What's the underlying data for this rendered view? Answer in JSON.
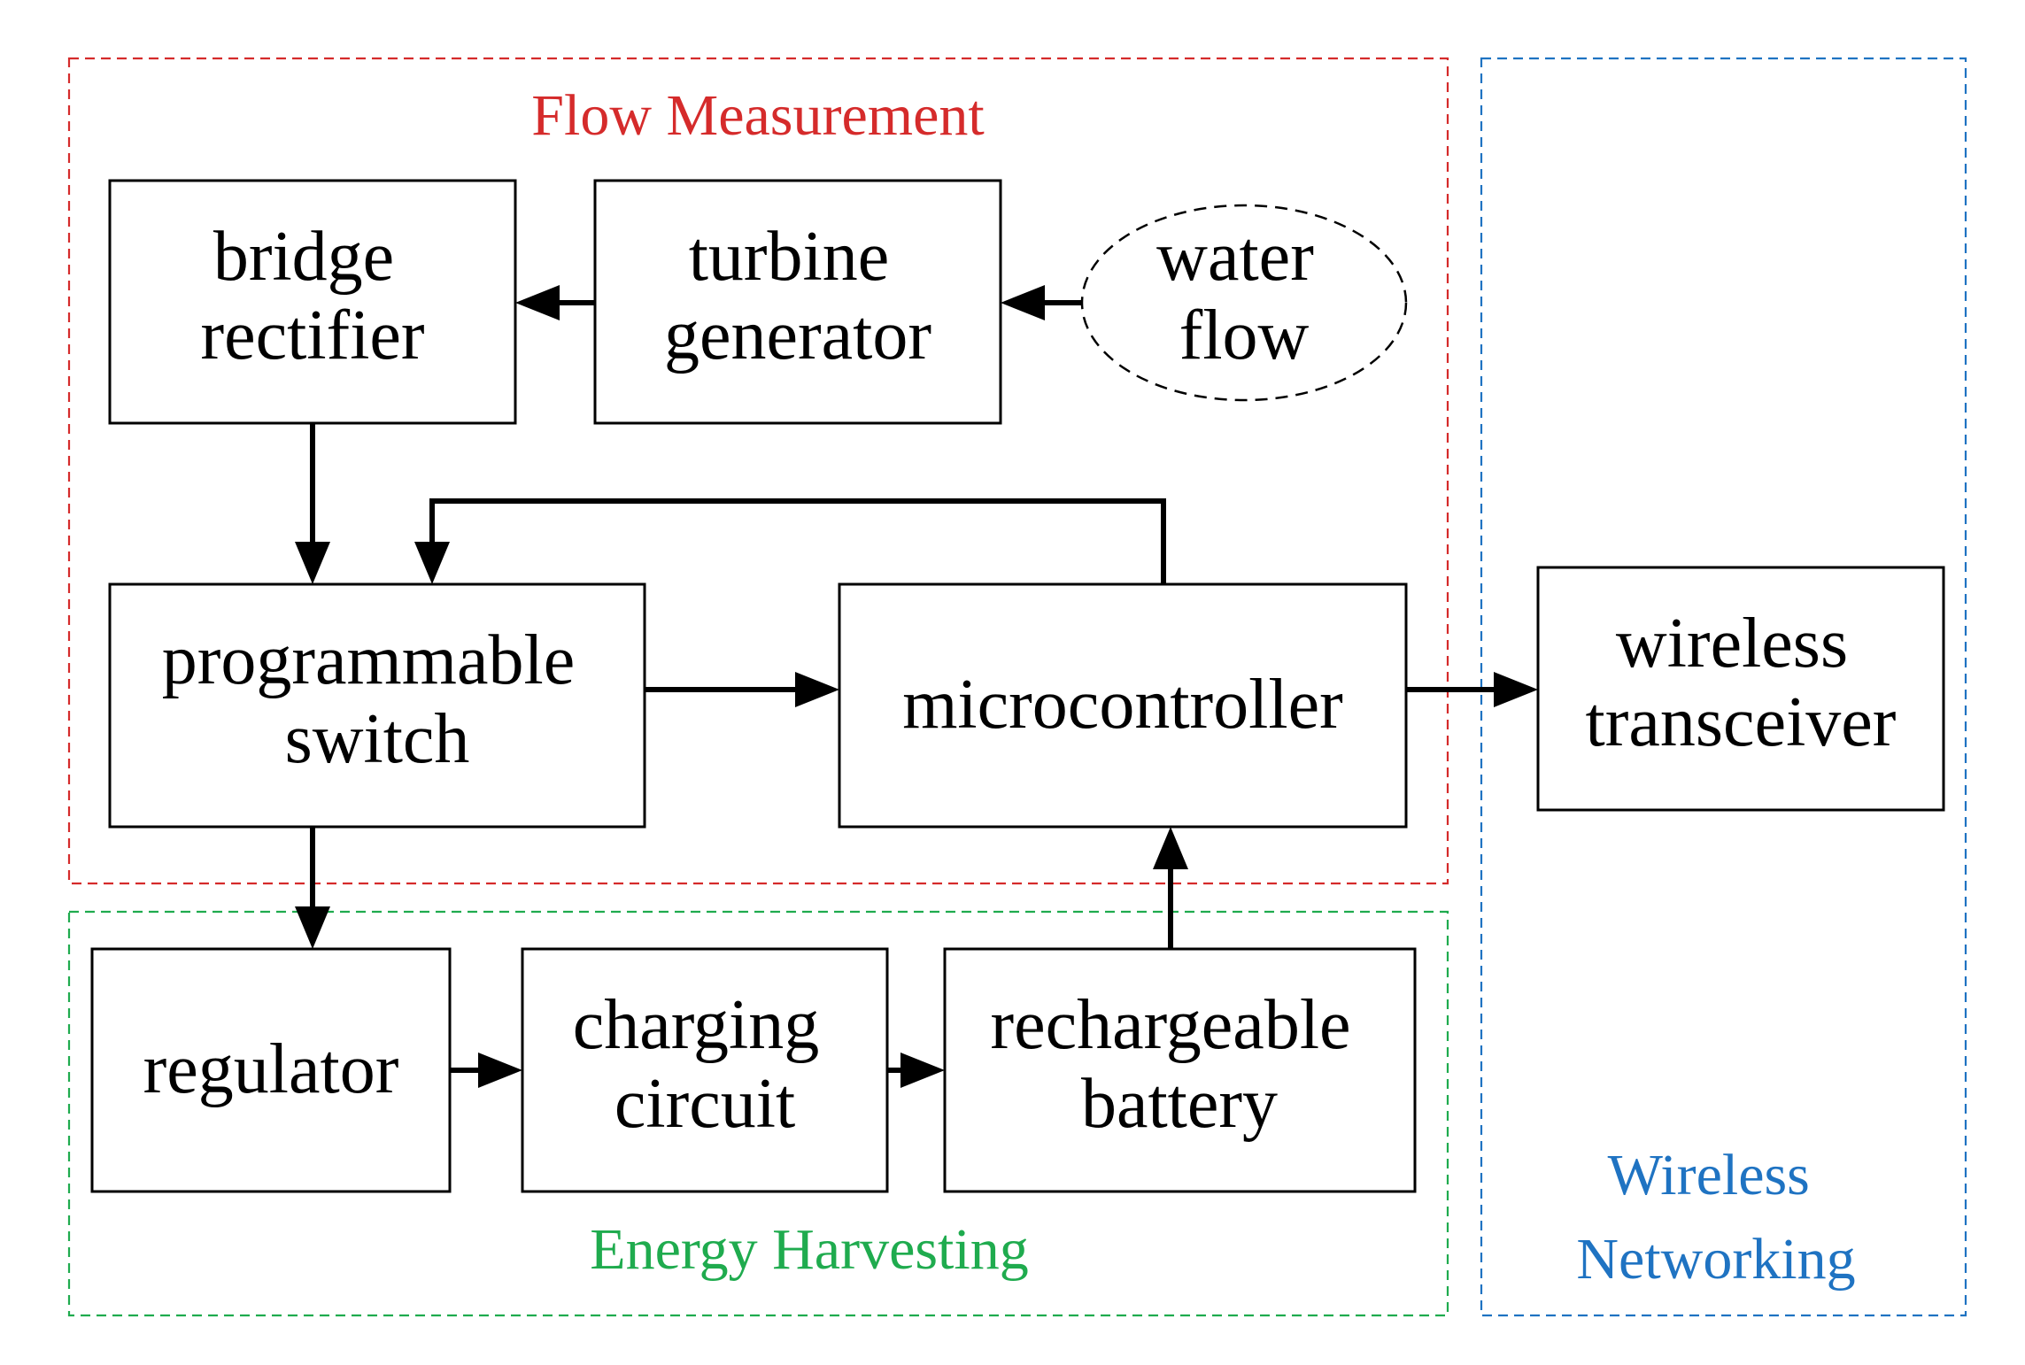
{
  "colors": {
    "flow_measurement": "#d52b2b",
    "energy_harvesting": "#1fab4e",
    "wireless_networking": "#1f73c2",
    "ink": "#000000"
  },
  "regions": {
    "flow_measurement": "Flow Measurement",
    "energy_harvesting": "Energy Harvesting",
    "wireless_networking": [
      "Wireless",
      "Networking"
    ]
  },
  "nodes": {
    "bridge_rectifier": [
      "bridge",
      "rectifier"
    ],
    "turbine_generator": [
      "turbine",
      "generator"
    ],
    "water_flow": [
      "water",
      "flow"
    ],
    "programmable_switch": [
      "programmable",
      "switch"
    ],
    "microcontroller": [
      "microcontroller"
    ],
    "wireless_transceiver": [
      "wireless",
      "transceiver"
    ],
    "regulator": [
      "regulator"
    ],
    "charging_circuit": [
      "charging",
      "circuit"
    ],
    "rechargeable_battery": [
      "rechargeable",
      "battery"
    ]
  },
  "edges": [
    {
      "from": "water_flow",
      "to": "turbine_generator"
    },
    {
      "from": "turbine_generator",
      "to": "bridge_rectifier"
    },
    {
      "from": "bridge_rectifier",
      "to": "programmable_switch"
    },
    {
      "from": "microcontroller",
      "to": "programmable_switch"
    },
    {
      "from": "programmable_switch",
      "to": "microcontroller"
    },
    {
      "from": "microcontroller",
      "to": "wireless_transceiver"
    },
    {
      "from": "programmable_switch",
      "to": "regulator"
    },
    {
      "from": "regulator",
      "to": "charging_circuit"
    },
    {
      "from": "charging_circuit",
      "to": "rechargeable_battery"
    },
    {
      "from": "rechargeable_battery",
      "to": "microcontroller"
    }
  ]
}
